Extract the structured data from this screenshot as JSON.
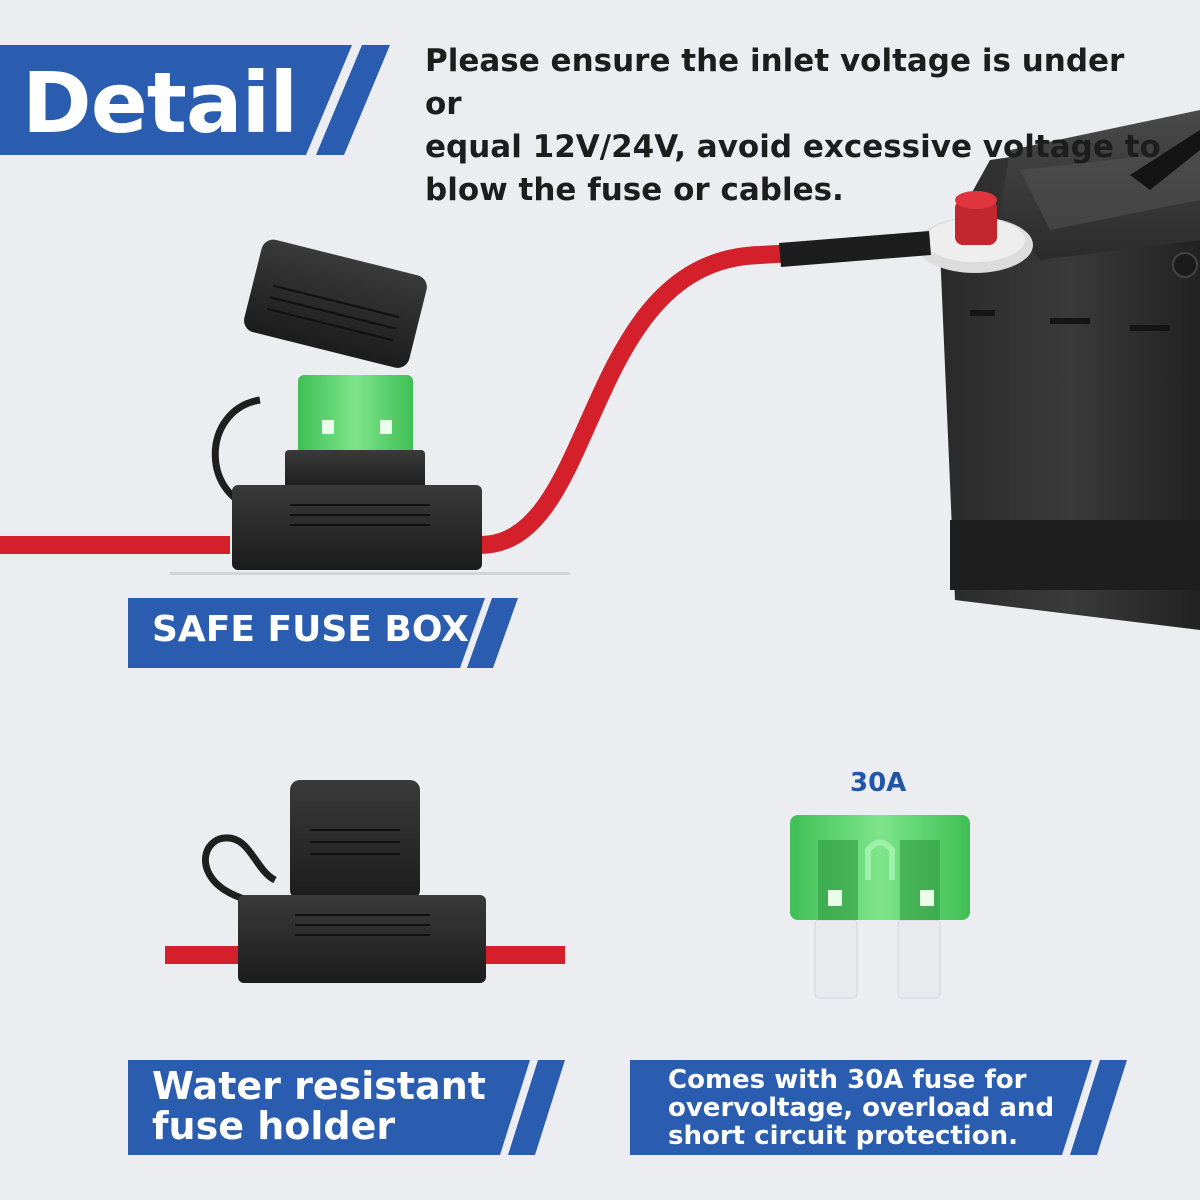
{
  "header": {
    "title": "Detail",
    "notice": "Please ensure the inlet voltage is under or\nequal 12V/24V, avoid excessive voltage to\nblow the fuse or cables."
  },
  "labels": {
    "safe_fuse_box": "SAFE FUSE BOX",
    "holder": "Water resistant\nfuse holder",
    "fuse_info": "Comes with 30A fuse for\novervoltage, overload and\nshort circuit protection.",
    "fuse_rating": "30A"
  },
  "colors": {
    "banner_blue": "#2a5caf",
    "background": "#ecedf1",
    "wire_red": "#d3202b",
    "fuse_green": "#5fd16c",
    "holder_black": "#262626"
  },
  "icons": [
    "battery-icon",
    "fuse-holder-icon",
    "blade-fuse-icon",
    "terminal-cap-icon"
  ]
}
